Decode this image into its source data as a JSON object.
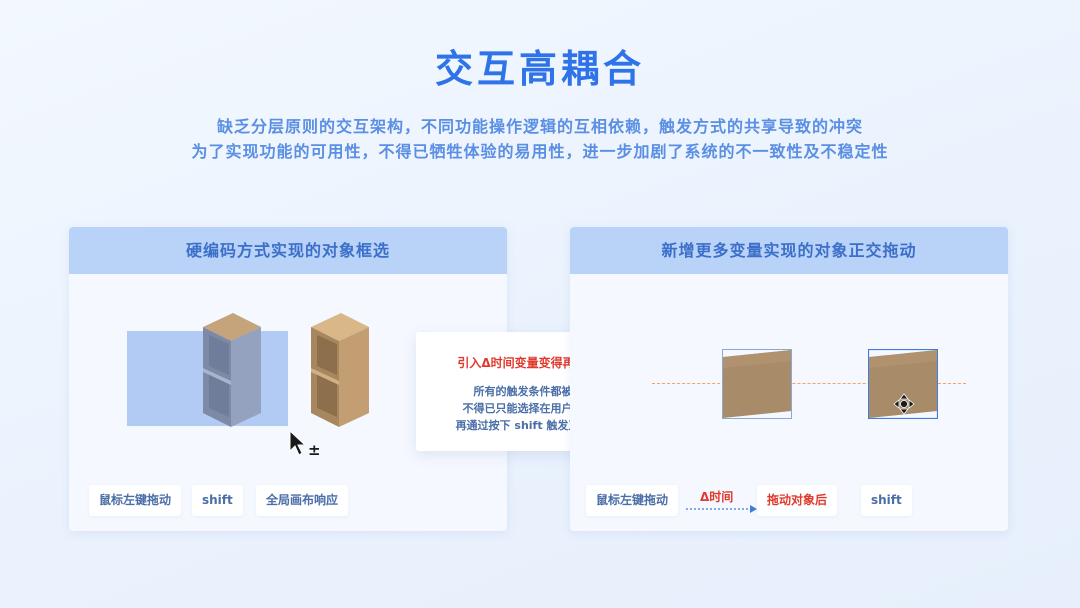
{
  "title": "交互高耦合",
  "subtitle": {
    "line1": "缺乏分层原则的交互架构，不同功能操作逻辑的互相依赖，触发方式的共享导致的冲突",
    "line2": "为了实现功能的可用性，不得已牺牲体验的易用性，进一步加剧了系统的不一致性及不稳定性"
  },
  "left_panel": {
    "header": "硬编码方式实现的对象框选",
    "chips": [
      "鼠标左键拖动",
      "shift",
      "全局画布响应"
    ],
    "cursor_modifier": "±"
  },
  "callout": {
    "title": "引入Δ时间变量变得再次复杂",
    "lines": [
      "所有的触发条件都被占用",
      "不得已只能选择在用户拖动后",
      "再通过按下 shift 触发正交拖动"
    ]
  },
  "right_panel": {
    "header": "新增更多变量实现的对象正交拖动",
    "chip_start": "鼠标左键拖动",
    "arrow_label": "Δ时间",
    "chip_mid": "拖动对象后",
    "chip_end": "shift"
  },
  "colors": {
    "accent": "#2f73e8",
    "header_bg": "#b9d3f8",
    "warning_red": "#e03a2e",
    "wood": "#a88b68",
    "guide_orange": "#f0a860"
  },
  "icons": [
    "mouse-pointer-icon",
    "move-cross-icon"
  ]
}
